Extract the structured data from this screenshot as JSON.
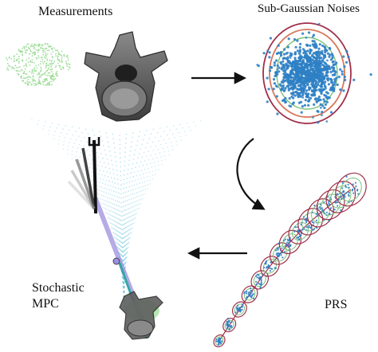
{
  "labels": {
    "measurements": "Measurements",
    "noise": "Sub-Gaussian Noises",
    "stochastic_line1": "Stochastic",
    "stochastic_line2": "MPC",
    "prs": "PRS"
  },
  "colors": {
    "point_blue": "#2e7fc4",
    "ellipse_red": "#a0304a",
    "ellipse_orange": "#d9785c",
    "ellipse_green": "#7cc27a",
    "cloud_green": "#8fd88a",
    "vertebra_gray": "#5b5b5b",
    "trajectory_blue": "#6ec7e0",
    "needle_purple": "#9b8fe0",
    "arrow_black": "#111111"
  }
}
